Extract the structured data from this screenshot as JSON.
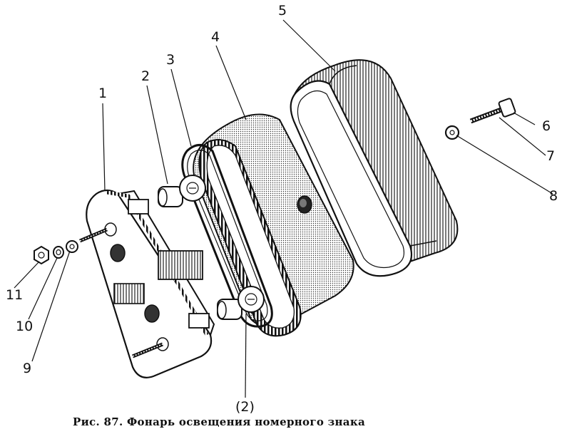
{
  "caption": "Рис. 87. Фонарь освещения номерного знака",
  "callouts": {
    "c1": "1",
    "c2": "2",
    "c3": "3",
    "c4": "4",
    "c5": "5",
    "c6": "6",
    "c7": "7",
    "c8": "8",
    "c9": "9",
    "c10": "10",
    "c11": "11",
    "c2b": "(2)"
  },
  "colors": {
    "ink": "#111111",
    "paper": "#ffffff",
    "shade": "#555555"
  }
}
